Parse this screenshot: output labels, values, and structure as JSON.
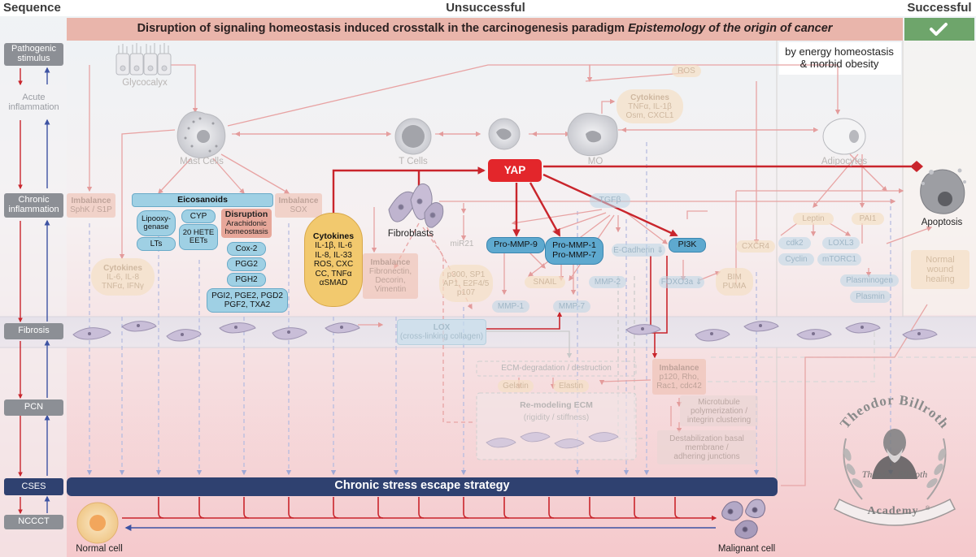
{
  "headers": {
    "sequence": "Sequence",
    "unsuccessful": "Unsuccessful",
    "successful": "Successful"
  },
  "banner": {
    "title_plain": "Disruption of signaling homeostasis induced crosstalk in the carcinogenesis paradigm ",
    "title_italic": "Epistemology of the origin of cancer",
    "check_icon": "check-icon"
  },
  "energy_note": {
    "line1": "by energy homeostasis",
    "line2": "& morbid obesity"
  },
  "stages": {
    "pathogenic": "Pathogenic stimulus",
    "acute": "Acute inflammation",
    "chronic": "Chronic inflammation",
    "fibrosis": "Fibrosis",
    "pcn": "PCN",
    "cses": "CSES",
    "ncccct": "NCCCT"
  },
  "cells": {
    "glycocalyx": "Glycocalyx",
    "mast_cells": "Mast Cells",
    "t_cells": "T Cells",
    "mo": "MO",
    "adipocytes": "Adipocytes",
    "fibroblasts": "Fibroblasts",
    "apoptosis": "Apoptosis",
    "normal_cell": "Normal cell",
    "malignant_cell": "Malignant cell"
  },
  "nodes": {
    "ros": "ROS",
    "cytokines_mo_title": "Cytokines",
    "cytokines_mo_1": "TNFα, IL-1β",
    "cytokines_mo_2": "Osm, CXCL1",
    "yap": "YAP",
    "tgfb": "TGFβ",
    "imbalance_sphk_title": "Imbalance",
    "imbalance_sphk": "SphK / S1P",
    "eicosanoids": "Eicosanoids",
    "lipoxygenase": "Lipooxy-genase",
    "cyp": "CYP",
    "hete": "20 HETE EETs",
    "lts": "LTs",
    "disruption_title": "Disruption",
    "disruption_body": "Arachidonic homeostasis",
    "imbalance_sox_title": "Imbalance",
    "imbalance_sox": "SOX",
    "cox2": "Cox-2",
    "pgg2": "PGG2",
    "pgh2": "PGH2",
    "pg_final_1": "PGI2, PGE2, PGD2",
    "pg_final_2": "PGF2, TXA2",
    "cytokines_left_title": "Cytokines",
    "cytokines_left_1": "IL-6, IL-8",
    "cytokines_left_2": "TNFα, IFNγ",
    "cytokines_center_title": "Cytokines",
    "cytokines_center_1": "IL-1β, IL-6",
    "cytokines_center_2": "IL-8, IL-33",
    "cytokines_center_3": "ROS, CXC",
    "cytokines_center_4": "CC, TNFα",
    "cytokines_center_5": "αSMAD",
    "imbalance_fib_title": "Imbalance",
    "imbalance_fib_1": "Fibronectin,",
    "imbalance_fib_2": "Decorin,",
    "imbalance_fib_3": "Vimentin",
    "mir21": "miR21",
    "p300_1": "p300, SP1",
    "p300_2": "AP1, E2F4/5",
    "p300_3": "p107",
    "pro_mmp9": "Pro-MMP-9",
    "pro_mmp17_1": "Pro-MMP-1",
    "pro_mmp17_2": "Pro-MMP-7",
    "ecadherin": "E-Cadherin ⇓",
    "pi3k": "PI3K",
    "snail": "SNAIL",
    "mmp2": "MMP-2",
    "mmp1": "MMP-1",
    "mmp7": "MMP-7",
    "foxo3a": "FOXO3a ⇓",
    "bim": "BIM",
    "puma": "PUMA",
    "cxcr4": "CXCR4",
    "leptin": "Leptin",
    "pai1": "PAI1",
    "cdk2": "cdk2",
    "loxl3": "LOXL3",
    "cyclin": "Cyclin",
    "mtorc1": "mTORC1",
    "plasminogen": "Plasminogen",
    "plasmin": "Plasmin",
    "normal_wound_1": "Normal",
    "normal_wound_2": "wound",
    "normal_wound_3": "healing",
    "lox_title": "LOX",
    "lox_sub": "(cross-linking collagen)",
    "ecm_degradation": "ECM-degradation / destruction",
    "gelatin": "Gelatin",
    "elastin": "Elastin",
    "remodeling_title": "Re-modeling ECM",
    "remodeling_sub": "(rigidity / stiffness)",
    "imbalance_p120_title": "Imbalance",
    "imbalance_p120_1": "p120, Rho,",
    "imbalance_p120_2": "Rac1, cdc42",
    "microtubule_1": "Microtubule",
    "microtubule_2": "polymerization /",
    "microtubule_3": "integrin clustering",
    "destab_1": "Destabilization basal",
    "destab_2": "membrane /",
    "destab_3": "adhering junctions",
    "cses_bar": "Chronic stress escape strategy"
  },
  "seal": {
    "top": "Theodor Billroth",
    "bottom": "Academy",
    "signature": "Theodor Billroth",
    "registered": "®"
  },
  "colors": {
    "banner_pink": "#e9b5ab",
    "success_green": "#6ea56b",
    "cses_navy": "#2f4170",
    "yap_red": "#e3262b",
    "arrow_red": "#c9252c",
    "arrow_blue": "#3d53a3",
    "stage_gray": "#8c8f95"
  }
}
